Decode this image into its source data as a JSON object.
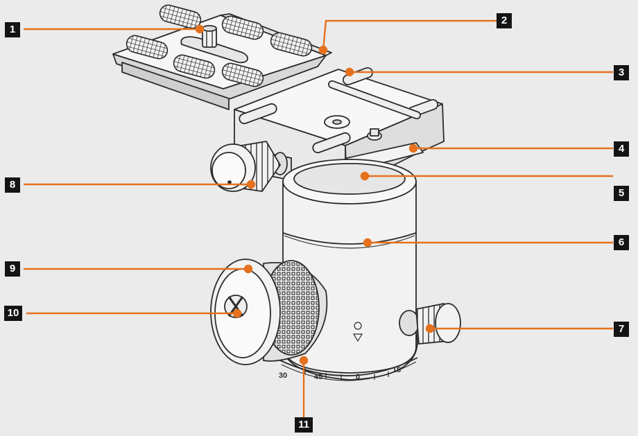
{
  "figure": {
    "subject": "ball head with quick release plate",
    "background_color": "#ebebeb",
    "line_color": "#2b2b2b",
    "callout_color": "#e5711d",
    "label_box_color": "#141414",
    "callouts": [
      {
        "id": "c1",
        "number": "1"
      },
      {
        "id": "c2",
        "number": "2"
      },
      {
        "id": "c3",
        "number": "3"
      },
      {
        "id": "c4",
        "number": "4"
      },
      {
        "id": "c5",
        "number": "5"
      },
      {
        "id": "c6",
        "number": "6"
      },
      {
        "id": "c7",
        "number": "7"
      },
      {
        "id": "c8",
        "number": "8"
      },
      {
        "id": "c9",
        "number": "9"
      },
      {
        "id": "c10",
        "number": "10"
      },
      {
        "id": "c11",
        "number": "11"
      }
    ],
    "dial_marks": [
      "30",
      "45",
      "0",
      "15"
    ]
  }
}
